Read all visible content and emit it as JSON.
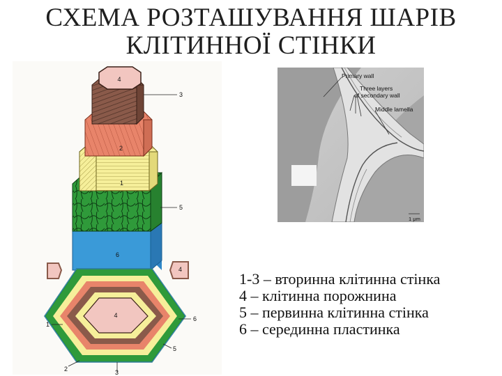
{
  "title": {
    "line1": "СХЕМА РОЗТАШУВАННЯ ШАРІВ",
    "line2": "КЛІТИННОЇ СТІНКИ"
  },
  "diagram": {
    "labels": {
      "n1_mid": "1",
      "n2_mid": "2",
      "n3_top": "3",
      "n4_top": "4",
      "n4_side": "4",
      "n4_center": "4",
      "n5_side": "5",
      "n6_mid": "6",
      "n1_bottom": "1",
      "n2_bottom": "2",
      "n3_bottom": "3",
      "n5_bottom": "5",
      "n6_side": "6"
    }
  },
  "micrograph": {
    "primary_wall": "Primary wall",
    "secondary_line1": "Three layers",
    "secondary_line2": "of secondary wall",
    "middle_lamella": "Middle lamella",
    "scale": "1 μm"
  },
  "legend": {
    "item1": "1-3 – вторинна клітинна стінка",
    "item2": "4 – клітинна порожнина",
    "item3": "5 – первинна клітинна стінка",
    "item4": "6 – серединна пластинка"
  },
  "colors": {
    "lumen": "#f2c6c0",
    "layer_s3": "#8a5a4a",
    "layer_s2": "#e8846a",
    "layer_s1": "#f6ef9a",
    "primary_wall": "#2f9a3a",
    "middle_lamella": "#3a9ad8"
  }
}
